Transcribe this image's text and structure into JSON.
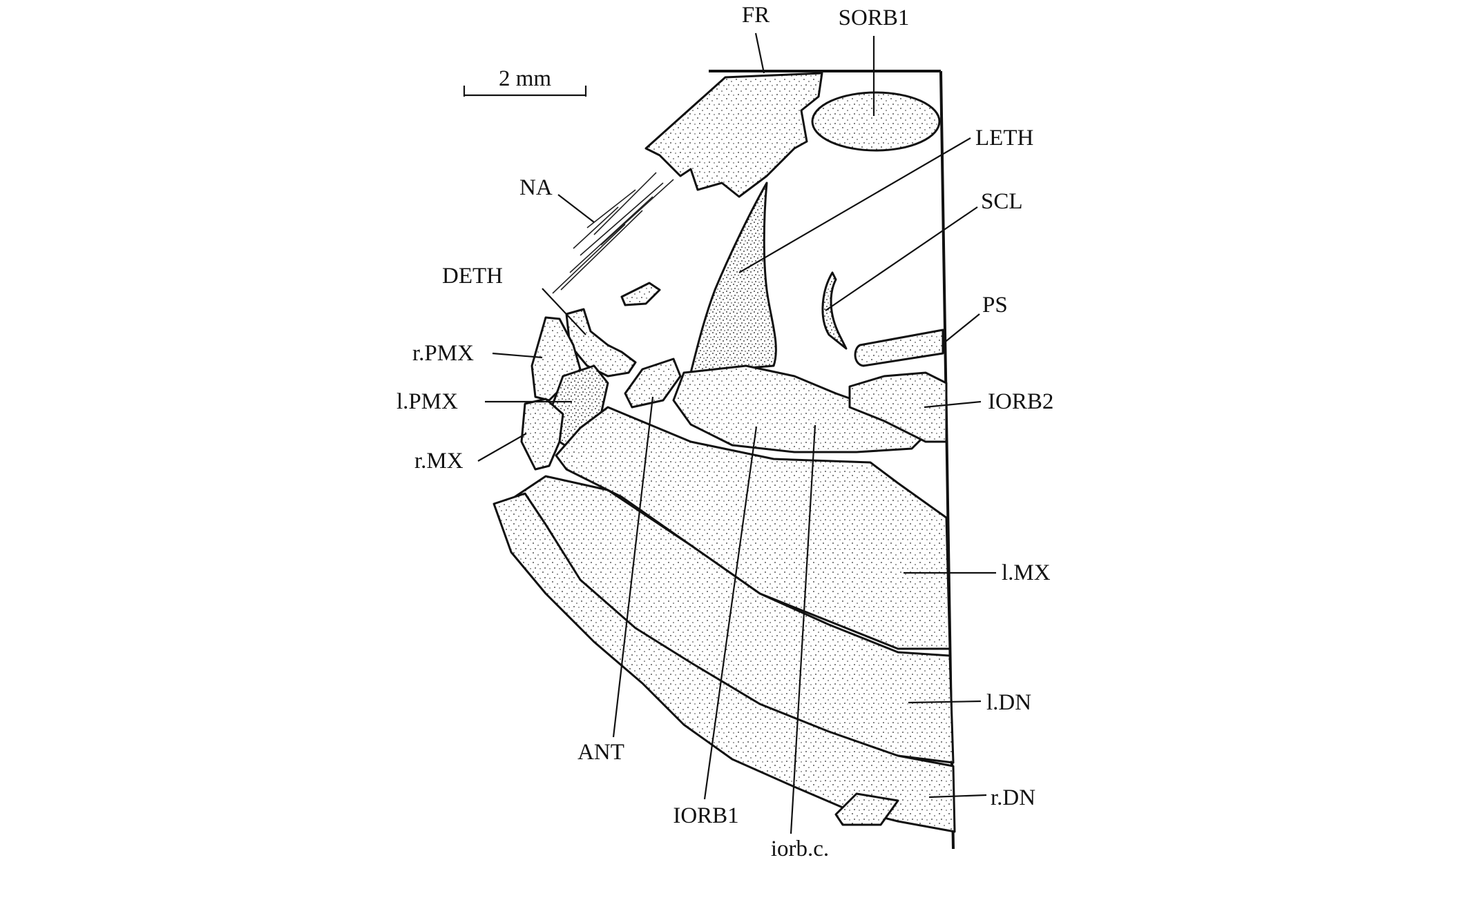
{
  "scale_bar": {
    "label": "2 mm"
  },
  "labels": {
    "FR": "FR",
    "SORB1": "SORB1",
    "LETH": "LETH",
    "NA": "NA",
    "SCL": "SCL",
    "DETH": "DETH",
    "PS": "PS",
    "rPMX": "r.PMX",
    "lPMX": "l.PMX",
    "IORB2": "IORB2",
    "rMX": "r.MX",
    "lMX": "l.MX",
    "lDN": "l.DN",
    "ANT": "ANT",
    "rDN": "r.DN",
    "IORB1": "IORB1",
    "iorbc": "iorb.c."
  }
}
